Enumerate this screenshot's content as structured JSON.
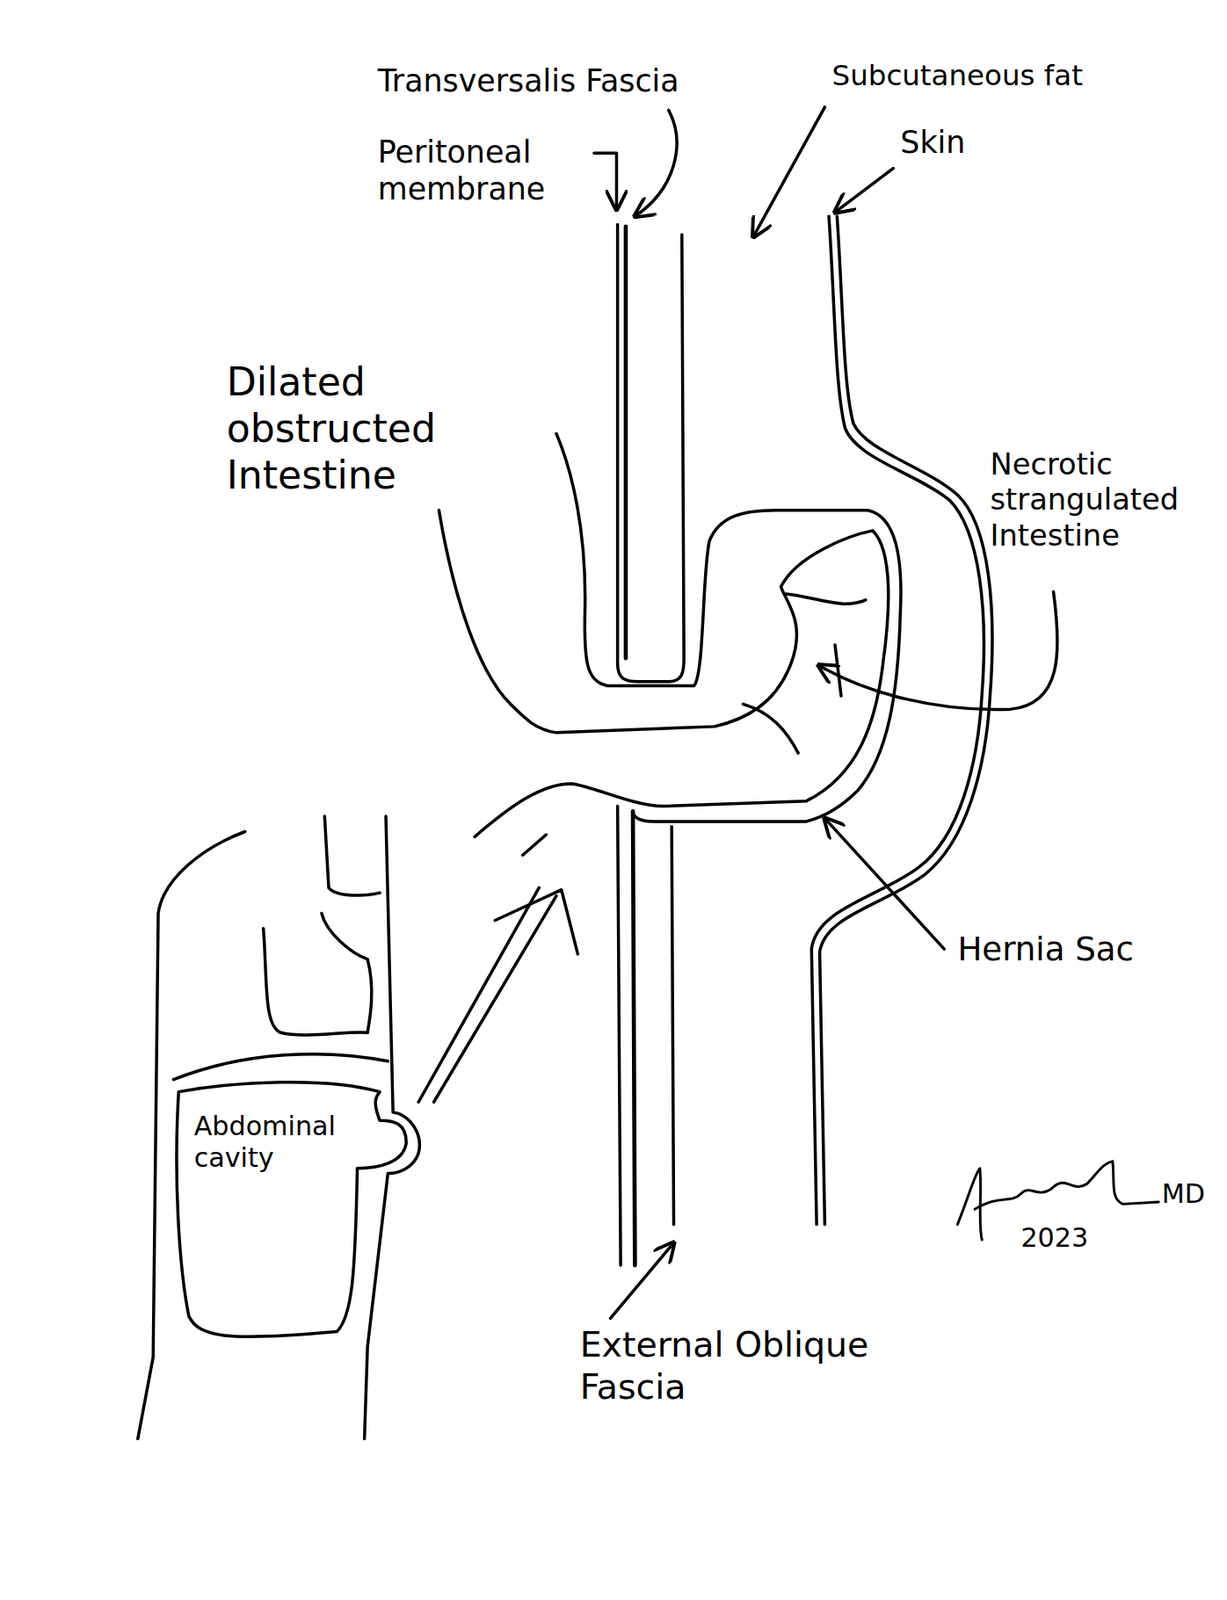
{
  "diagram": {
    "nodes": [
      {
        "text": [
          "Abdominal cavity"
        ]
      }
    ],
    "labels": [
      "Transversalis Fascia",
      "Peritoneal membrane",
      "Subcutaneous fat",
      "Skin",
      "Dilated obstructed Intestine",
      "Necrotic strangulated Intestine",
      "Hernia Sac",
      "External Oblique Fascia",
      "MD",
      "2023"
    ]
  }
}
